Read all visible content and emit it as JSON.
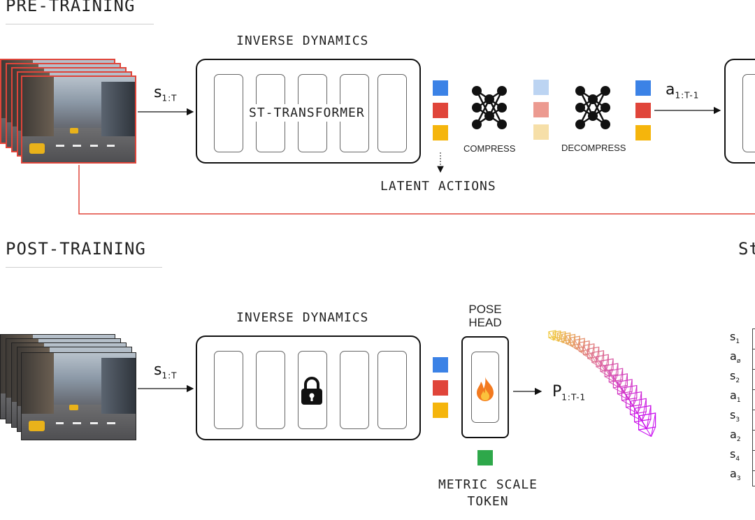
{
  "sections": {
    "pretraining_title": "PRE-TRAINING",
    "posttraining_title": "POST-TRAINING",
    "right_cut_title": "St"
  },
  "pretraining": {
    "module_title": "INVERSE DYNAMICS",
    "transformer_label": "ST-TRANSFORMER",
    "input_symbol": "s",
    "input_sub": "1:T",
    "compress_label": "COMPRESS",
    "decompress_label": "DECOMPRESS",
    "output_symbol": "a",
    "output_sub": "1:T-1",
    "latent_label": "LATENT ACTIONS",
    "token_colors": [
      "#3b82e6",
      "#e0453a",
      "#f5b50c"
    ],
    "faded_colors": [
      "#bcd4f2",
      "#ec9a90",
      "#f6dfa8"
    ],
    "feedback_color": "#e0453a",
    "frame_border_color": "#e0453a"
  },
  "posttraining": {
    "module_title": "INVERSE DYNAMICS",
    "input_symbol": "s",
    "input_sub": "1:T",
    "pose_head_label_line1": "POSE",
    "pose_head_label_line2": "HEAD",
    "output_symbol": "P",
    "output_sub": "1:T-1",
    "metric_label_line1": "METRIC SCALE",
    "metric_label_line2": "TOKEN",
    "metric_color": "#2ea84a",
    "lock_icon": "lock-icon",
    "fire_icon": "fire-icon",
    "token_colors": [
      "#3b82e6",
      "#e0453a",
      "#f5b50c"
    ]
  },
  "sequence": {
    "labels": [
      {
        "sym": "s",
        "sub": "1"
      },
      {
        "sym": "a",
        "sub": "ø"
      },
      {
        "sym": "s",
        "sub": "2"
      },
      {
        "sym": "a",
        "sub": "1"
      },
      {
        "sym": "s",
        "sub": "3"
      },
      {
        "sym": "a",
        "sub": "2"
      },
      {
        "sym": "s",
        "sub": "4"
      },
      {
        "sym": "a",
        "sub": "3"
      }
    ]
  }
}
